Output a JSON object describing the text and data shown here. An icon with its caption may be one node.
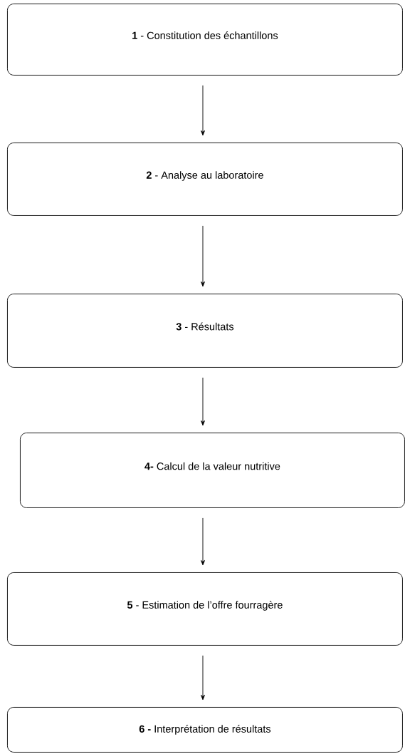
{
  "diagram": {
    "nodes": [
      {
        "text": [
          "**1** - Constitution des échantillons"
        ]
      },
      {
        "text": [
          "**2** - Analyse au laboratoire"
        ]
      },
      {
        "text": [
          "**3** - Résultats"
        ]
      },
      {
        "text": [
          "**4-** Calcul de la valeur nutritive"
        ]
      },
      {
        "text": [
          "**5** - Estimation de l’offre fourragère"
        ]
      },
      {
        "text": [
          "**6 -** Interprétation de résultats"
        ]
      }
    ],
    "edges": [
      {
        "from": 0,
        "to": 1,
        "arrow": "to"
      },
      {
        "from": 1,
        "to": 2,
        "arrow": "to"
      },
      {
        "from": 2,
        "to": 3,
        "arrow": "to"
      },
      {
        "from": 3,
        "to": 4,
        "arrow": "to"
      },
      {
        "from": 4,
        "to": 5,
        "arrow": "to"
      }
    ]
  }
}
